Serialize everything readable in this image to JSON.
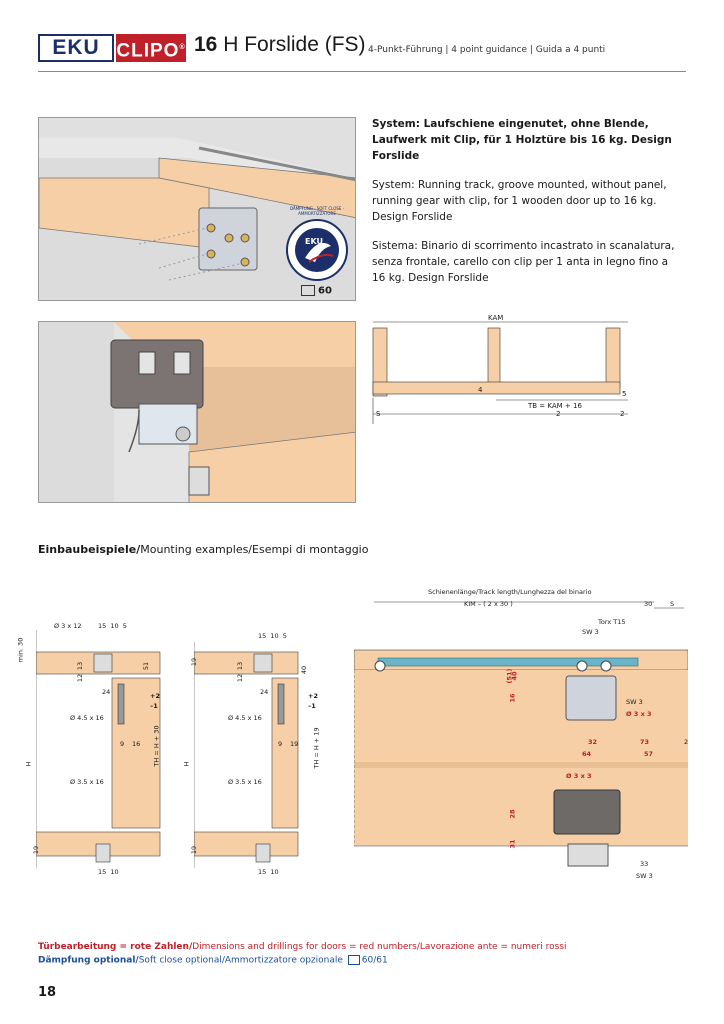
{
  "header": {
    "logo_left": "EKU",
    "logo_right": "CLIPO",
    "registered": "®",
    "model_number": "16",
    "model_name": "H Forslide (FS)",
    "guidance": "4-Punkt-Führung | 4 point guidance | Guida a 4 punti"
  },
  "illustration_top": {
    "badge": "EKU",
    "badge_ring": "DÄMPFUNG · SOFT CLOSE · AMMORTIZZATORE",
    "book_ref": "60"
  },
  "description": {
    "de_title": "System: Laufschiene eingenutet, ohne Blende, Laufwerk mit Clip, für 1 Holztüre bis 16 kg. Design Forslide",
    "en": "System: Running track, groove mounted, without panel, running gear with clip, for 1 wooden door up to 16 kg. Design Forslide",
    "it": "Sistema: Binario di scorrimento incastrato in scanalatura, senza frontale, carello con clip per 1 anta in legno fino a 16 kg. Design Forslide"
  },
  "cabinet_drawing": {
    "kam": "KAM",
    "dim_4": "4",
    "dim_5": "5",
    "tb": "TB = KAM + 16",
    "tb_div": "2",
    "s": "S",
    "two": "2"
  },
  "mounting": {
    "heading_bold": "Einbaubeispiele/",
    "heading_rest": "Mounting examples/Esempi di montaggio"
  },
  "section_left": {
    "d3x12": "Ø 3 x 12",
    "top_dims": "15  10  5",
    "min30": "min. 30",
    "d51": "51",
    "d13": "13",
    "d12": "12",
    "d24": "24",
    "plus2": "+2",
    "minus1": "–1",
    "d45x16": "Ø 4.5 x 16",
    "d9": "9",
    "d16": "16",
    "th": "TH = H + 30",
    "h": "H",
    "d35x16": "Ø 3.5 x 16",
    "d19": "19",
    "bottom_dims": "15  10"
  },
  "section_mid": {
    "top_dims": "15  10  5",
    "d19": "19",
    "d40": "40",
    "d13": "13",
    "d12": "12",
    "d24": "24",
    "plus2": "+2",
    "minus1": "–1",
    "d45x16": "Ø 4.5 x 16",
    "d9": "9",
    "d19b": "19",
    "th": "TH = H + 19",
    "h": "H",
    "d35x16": "Ø 3.5 x 16",
    "bottom_19": "19",
    "bottom_dims": "15  10"
  },
  "elevation": {
    "track_length": "Schienenlänge/Track length/Lunghezza del binario",
    "kim": "KIM – ( 2 x 30 )",
    "d30": "30",
    "s": "S",
    "torx": "Torx T15",
    "sw3": "SW 3",
    "r51": "(51)",
    "r40": "40",
    "r16": "16",
    "sw3b": "SW 3",
    "d3x3": "Ø 3 x 3",
    "d32": "32",
    "d73": "73",
    "d2": "2",
    "d64": "64",
    "d57": "57",
    "d3x3b": "Ø 3 x 3",
    "d28": "28",
    "d31": "31",
    "d33": "33",
    "sw3c": "SW 3"
  },
  "footer": {
    "line1_red": "Türbearbeitung = rote Zahlen/",
    "line1_rest": "Dimensions and drillings for doors = red numbers/Lavorazione ante = numeri rossi",
    "line2_blue": "Dämpfung optional/",
    "line2_rest": "Soft close optional/Ammortizzatore opzionale",
    "line2_ref": "60/61"
  },
  "page_number": "18",
  "colors": {
    "eku_blue": "#1c2f6a",
    "clipo_red": "#c0202a",
    "wood": "#f6cfa6",
    "track_blue": "#6ab4c8"
  }
}
